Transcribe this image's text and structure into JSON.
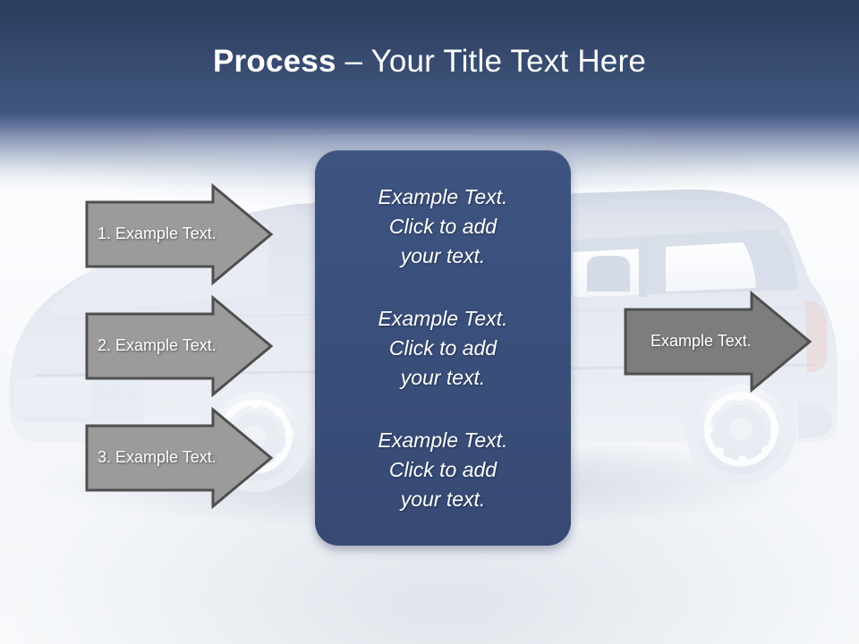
{
  "slide": {
    "title_bold": "Process",
    "title_rest": " – Your Title Text Here",
    "background_art": "van-silhouette"
  },
  "theme": {
    "header_dark": "#2b3c5d",
    "header_light": "#415780",
    "panel_blue": "#3a4f7b",
    "arrow_gray": "#9b9b9b",
    "arrow_gray_dark": "#7a7a7a",
    "arrow_border": "#4f4f4f",
    "text_white": "#ffffff",
    "canvas": "#f6f8fb"
  },
  "steps": {
    "items": [
      {
        "label": "1.  Example Text."
      },
      {
        "label": "2.  Example Text."
      },
      {
        "label": "3.  Example Text."
      }
    ]
  },
  "center_panel": {
    "blocks": [
      {
        "text": "Example Text.\nClick  to add\nyour text."
      },
      {
        "text": "Example Text.\nClick  to add\nyour text."
      },
      {
        "text": "Example Text.\nClick  to add\nyour text."
      }
    ]
  },
  "result": {
    "label": "Example Text."
  }
}
